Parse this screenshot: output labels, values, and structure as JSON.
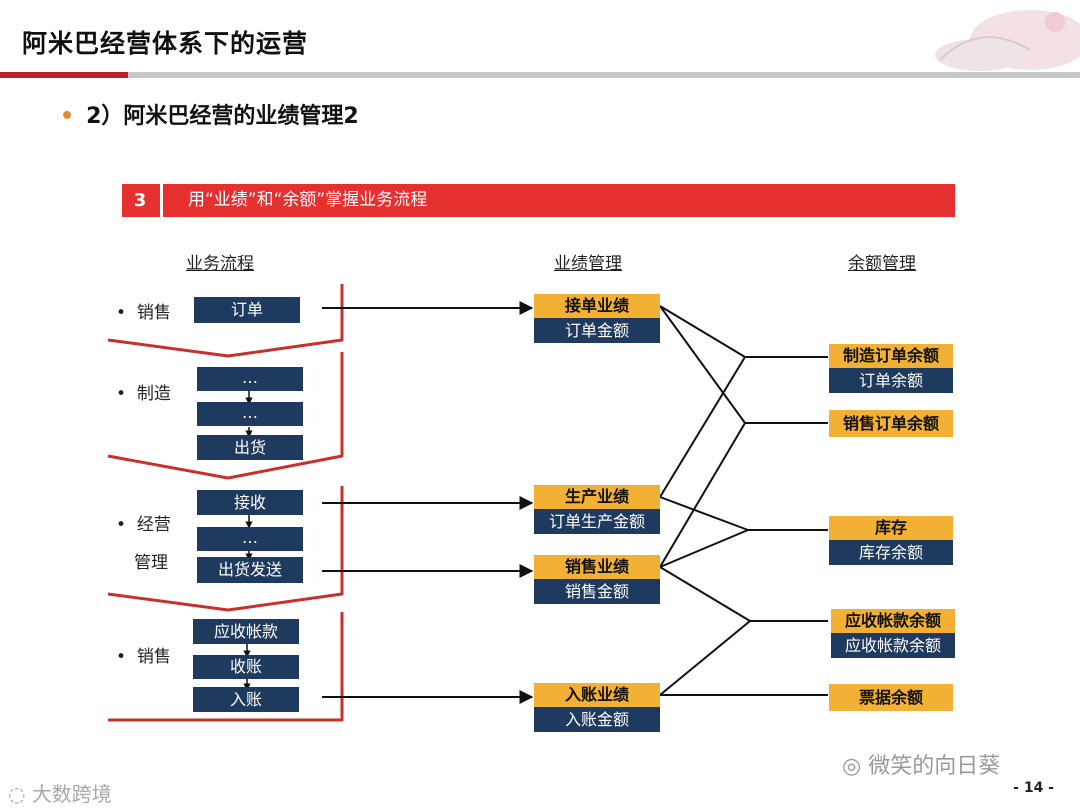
{
  "header": {
    "title": "阿米巴经营体系下的运营"
  },
  "subtitle": {
    "bullet": "•",
    "text": "2）阿米巴经营的业绩管理2"
  },
  "banner": {
    "number": "3",
    "text": "用“业绩”和“余额”掌握业务流程"
  },
  "columns": {
    "process": "业务流程",
    "performance": "业绩管理",
    "balance": "余额管理"
  },
  "process": {
    "sales1": {
      "label": "销售",
      "box": "订单"
    },
    "manufacturing": {
      "label": "制造",
      "boxes": [
        "…",
        "…",
        "出货"
      ]
    },
    "management": {
      "label1": "经营",
      "label2": "管理",
      "boxes": [
        "接收",
        "…",
        "出货发送"
      ]
    },
    "sales2": {
      "label": "销售",
      "boxes": [
        "应收帐款",
        "收账",
        "入账"
      ]
    }
  },
  "performance": [
    {
      "top": "接单业绩",
      "bottom": "订单金额"
    },
    {
      "top": "生产业绩",
      "bottom": "订单生产金额"
    },
    {
      "top": "销售业绩",
      "bottom": "销售金额"
    },
    {
      "top": "入账业绩",
      "bottom": "入账金额"
    }
  ],
  "balance": [
    {
      "top": "制造订单余额",
      "bottom": "订单余额"
    },
    {
      "top": "销售订单余额"
    },
    {
      "top": "库存",
      "bottom": "库存余额"
    },
    {
      "top": "应收帐款余额",
      "bottom": "应收帐款余额"
    },
    {
      "top": "票据余额"
    }
  ],
  "watermark": {
    "text": "微笑的向日葵"
  },
  "logo": {
    "text": "大数跨境"
  },
  "footer": {
    "page": "- 14 -"
  },
  "colors": {
    "navy": "#1f3a5f",
    "amber": "#f2b035",
    "banner_red": "#e63030",
    "chevron_red": "#c9302c"
  }
}
